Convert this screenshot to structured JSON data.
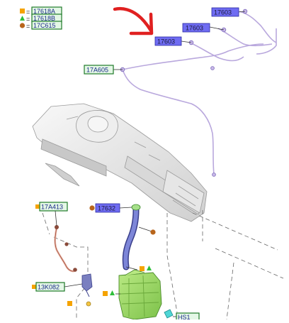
{
  "legend": [
    {
      "symbol": "square",
      "color": "#f5a300",
      "part": "17618A"
    },
    {
      "symbol": "triangle",
      "color": "#2fbf3a",
      "part": "17618B"
    },
    {
      "symbol": "circle",
      "color": "#b8651b",
      "part": "17C615"
    }
  ],
  "legend_separator": "=",
  "callouts": {
    "rear_washer_tube_a": "17603",
    "rear_washer_tube_b": "17603",
    "rear_washer_tube_highlighted": "17603",
    "hose_assembly": "17A605",
    "reservoir_hose": "17A413",
    "filler_neck": "17632",
    "washer_pump": "13K082",
    "connector": "HS1"
  },
  "colors": {
    "legend_label_bg": "#e4f7e6",
    "legend_label_border": "#1e7a28",
    "callout_blue_bg": "#6f6cf2",
    "callout_green_bg": "#e4f7e6",
    "annotation_red": "#e02020",
    "hose_color": "#b9a8dd",
    "reservoir_green": "#9fd86b",
    "filler_blue": "#6b74c9"
  },
  "icons": {
    "legend_square": "orange-square-icon",
    "legend_triangle": "green-triangle-icon",
    "legend_circle": "brown-circle-icon",
    "annotation": "red-hand-drawn-arrow-icon"
  }
}
